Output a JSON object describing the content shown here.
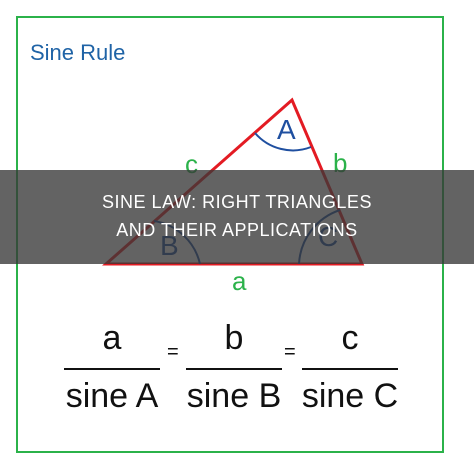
{
  "diagram": {
    "title": "Sine Rule",
    "vertices": {
      "top": "A",
      "left": "B",
      "right": "C"
    },
    "sides": {
      "left": "c",
      "right": "b",
      "bottom": "a"
    },
    "colors": {
      "frame": "#2bb24a",
      "triangle": "#e31b23",
      "arc": "#1f4fa0",
      "side_label": "#2bb24a",
      "title": "#1f63a6",
      "overlay": "#373737"
    }
  },
  "overlay": {
    "line1": "SINE LAW: RIGHT TRIANGLES",
    "line2": "AND THEIR APPLICATIONS"
  },
  "formula": {
    "fractions": [
      {
        "numerator": "a",
        "denominator": "sine A"
      },
      {
        "numerator": "b",
        "denominator": "sine B"
      },
      {
        "numerator": "c",
        "denominator": "sine C"
      }
    ],
    "equals": "="
  }
}
